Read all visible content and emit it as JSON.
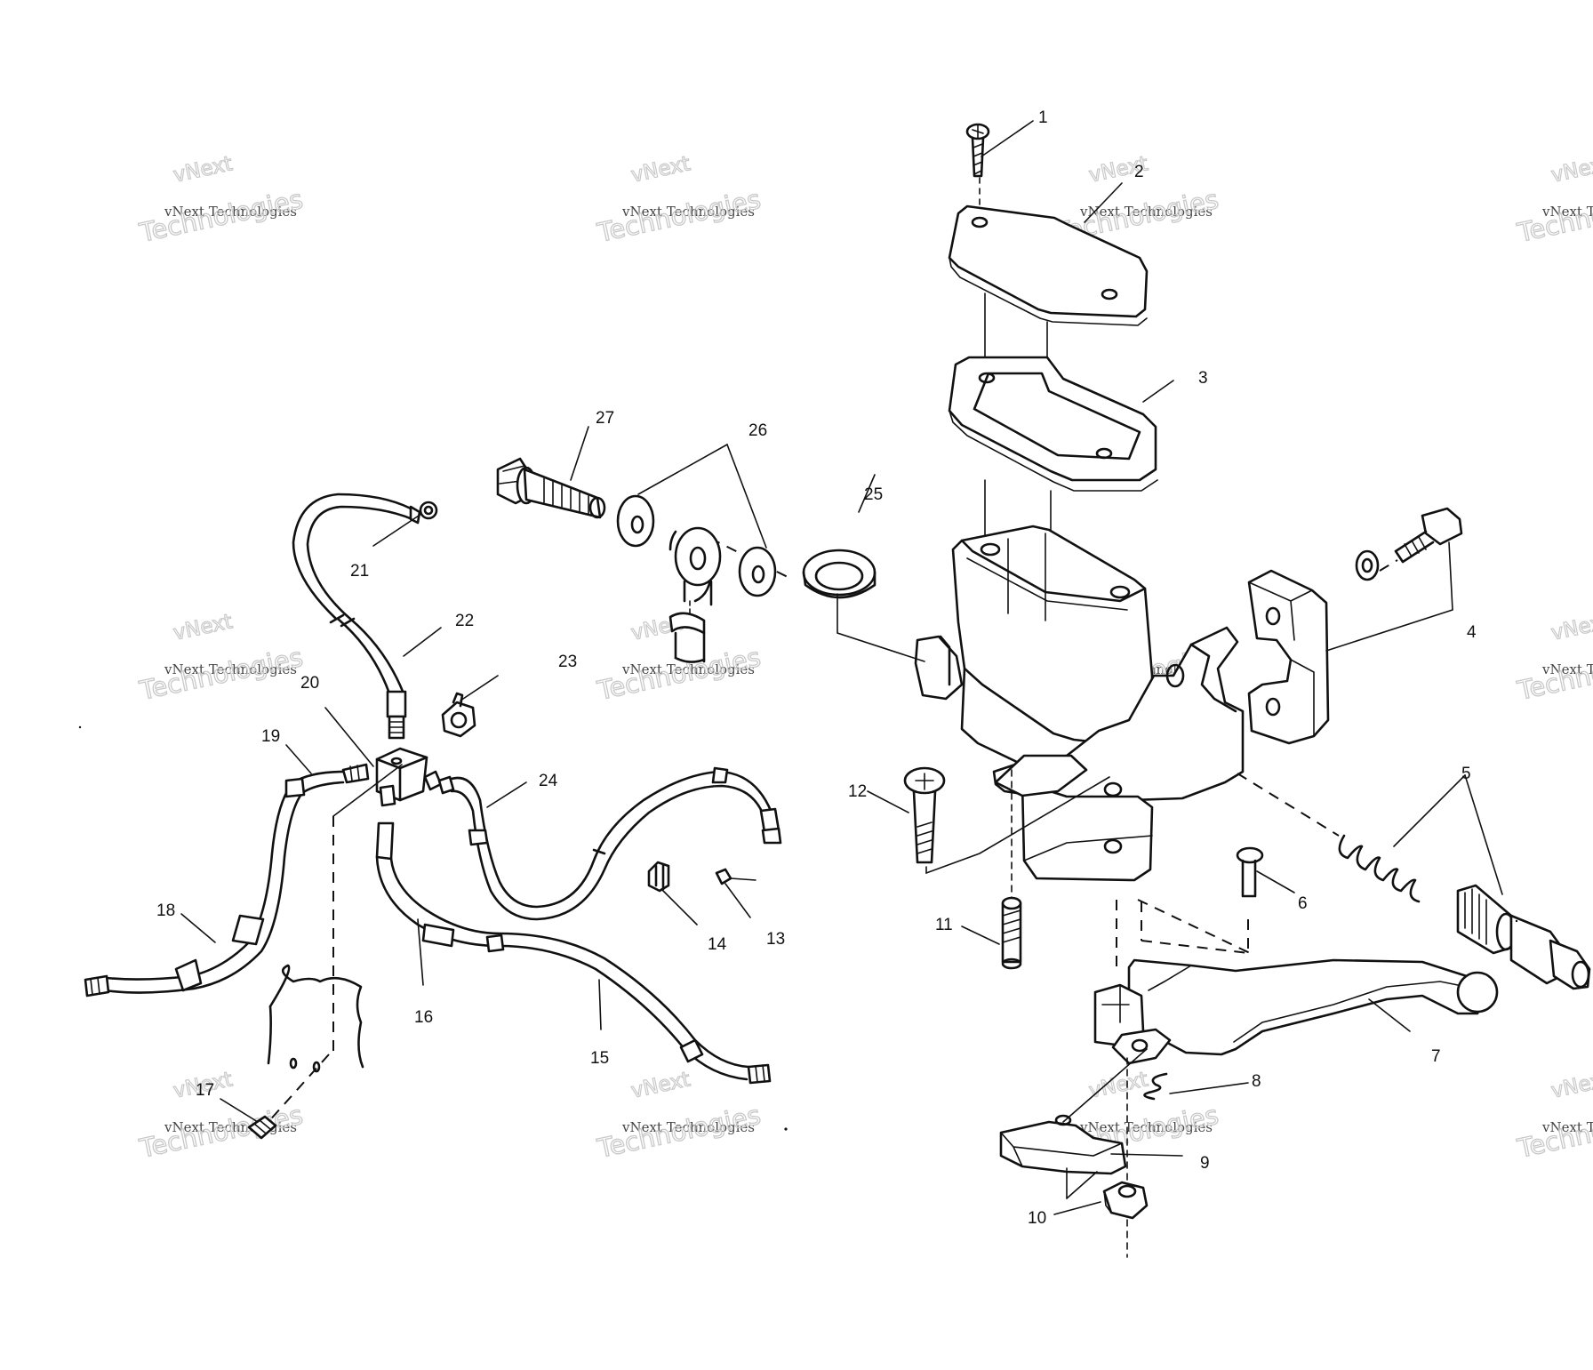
{
  "watermark": {
    "line_top": "vNext",
    "line_mid": "vNext Technologies",
    "line_bottom": "Technologies"
  },
  "callouts": [
    "1",
    "2",
    "3",
    "4",
    "5",
    "6",
    "7",
    "8",
    "9",
    "10",
    "11",
    "12",
    "13",
    "14",
    "15",
    "16",
    "17",
    "18",
    "19",
    "20",
    "21",
    "22",
    "23",
    "24",
    "25",
    "26",
    "27"
  ]
}
